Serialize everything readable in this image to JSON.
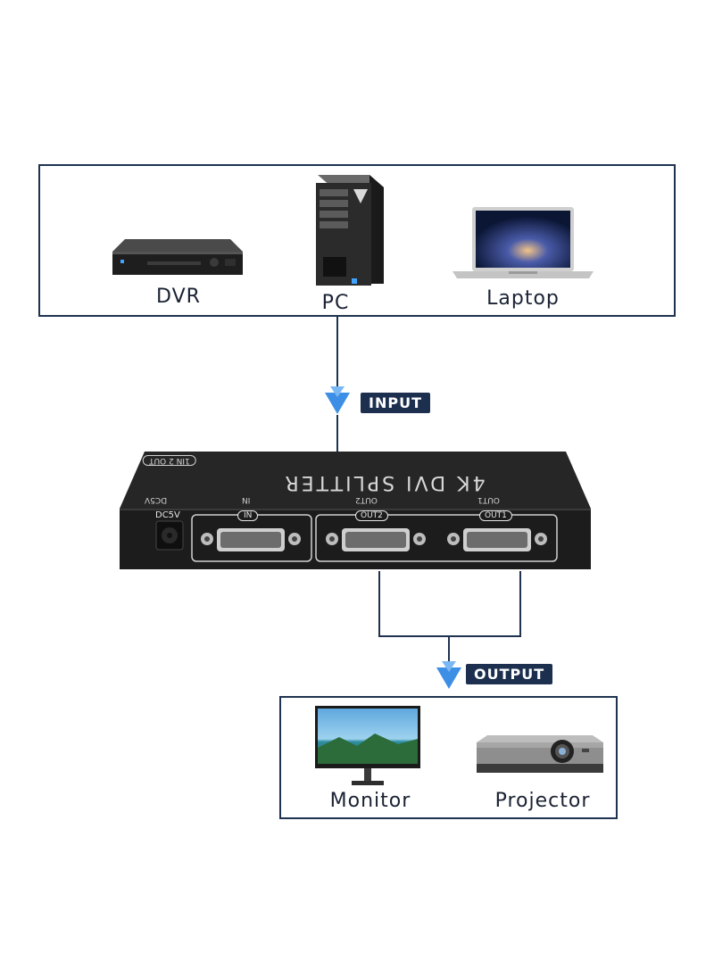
{
  "inputs": {
    "devices": [
      {
        "label": "DVR",
        "icon": "dvr-icon"
      },
      {
        "label": "PC",
        "icon": "pc-tower-icon"
      },
      {
        "label": "Laptop",
        "icon": "laptop-icon"
      }
    ]
  },
  "tags": {
    "input": "INPUT",
    "output": "OUTPUT"
  },
  "splitter": {
    "name": "4K DVI SPLITTER",
    "badge": "1IN 2 OUT",
    "power_top": "DC5V",
    "in_top": "IN",
    "out2_top": "OUT2",
    "out1_top": "OUT1",
    "power_label": "DC5V",
    "in_label": "IN",
    "out2_label": "OUT2",
    "out1_label": "OUT1"
  },
  "outputs": {
    "devices": [
      {
        "label": "Monitor",
        "icon": "monitor-icon"
      },
      {
        "label": "Projector",
        "icon": "projector-icon"
      }
    ]
  },
  "colors": {
    "frame": "#1f3350",
    "arrow": "#3d8fe6",
    "tag_bg": "#1c2f4e",
    "device_body": "#2a2a2a"
  }
}
